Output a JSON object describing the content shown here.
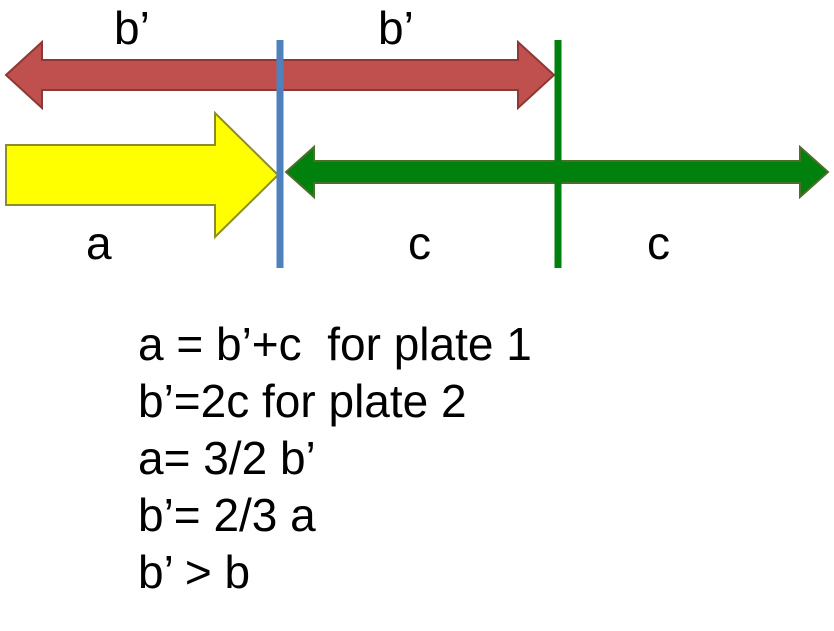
{
  "labels": {
    "top_left": "b’",
    "top_right": "b’",
    "bottom_a": "a",
    "bottom_c_left": "c",
    "bottom_c_right": "c"
  },
  "equations": [
    "a = b’+c  for plate 1",
    "b’=2c for plate 2",
    "a= 3/2 b’",
    "b’= 2/3 a",
    "b’ > b"
  ],
  "colors": {
    "red_arrow": "#c0504d",
    "red_arrow_outline": "#8c3836",
    "yellow_arrow": "#ffff00",
    "yellow_arrow_outline": "#8c8c2a",
    "green_arrow": "#00800d",
    "green_arrow_outline": "#4b6e2a",
    "blue_line": "#4f81bd",
    "green_line": "#00800d"
  }
}
